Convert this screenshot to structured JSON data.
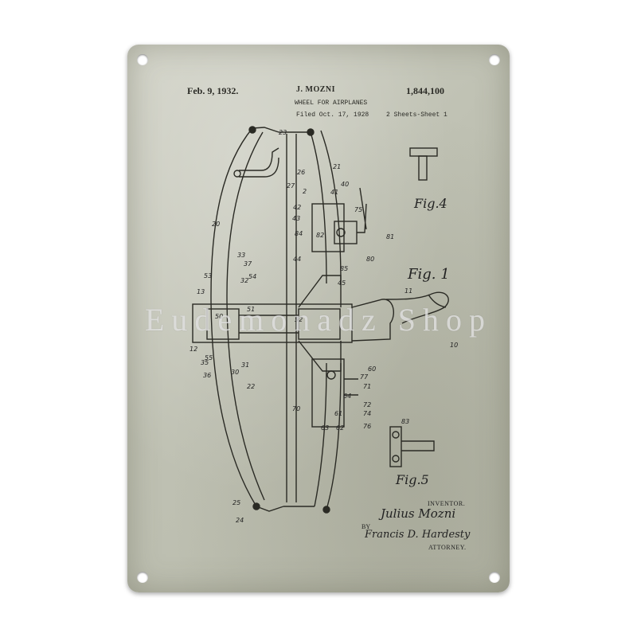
{
  "header": {
    "date": "Feb. 9, 1932.",
    "inventor_name": "J. MOZNI",
    "patent_number": "1,844,100",
    "title": "WHEEL FOR AIRPLANES",
    "filed": "Filed Oct. 17, 1928",
    "sheets": "2 Sheets-Sheet 1"
  },
  "figures": {
    "fig1": "Fig. 1",
    "fig4": "Fig.4",
    "fig5": "Fig.5"
  },
  "signature": {
    "inventor_label": "INVENTOR.",
    "inventor": "Julius Mozni",
    "by": "BY",
    "attorney": "Francis D. Hardesty",
    "attorney_label": "ATTORNEY."
  },
  "reference_numbers": [
    "23",
    "26",
    "21",
    "27",
    "41",
    "40",
    "2",
    "42",
    "75",
    "20",
    "43",
    "84",
    "82",
    "81",
    "80",
    "33",
    "37",
    "44",
    "85",
    "53",
    "32",
    "54",
    "45",
    "13",
    "51",
    "52",
    "50",
    "12",
    "35",
    "30",
    "31",
    "55",
    "36",
    "22",
    "60",
    "77",
    "71",
    "72",
    "74",
    "70",
    "64",
    "61",
    "63",
    "62",
    "76",
    "24",
    "25",
    "10",
    "11",
    "83"
  ],
  "watermark": "Eudemonadz Shop",
  "colors": {
    "paper": "#c3c5b7",
    "ink": "#222222"
  }
}
